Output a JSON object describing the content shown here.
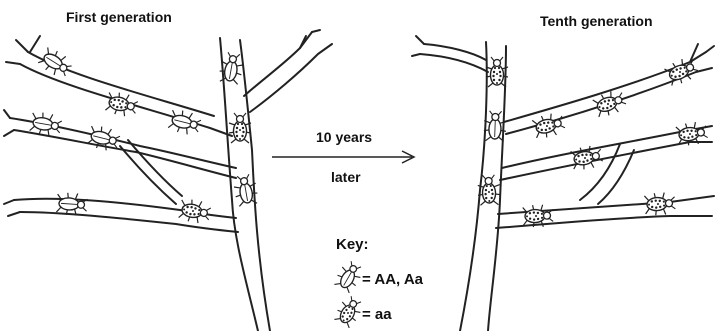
{
  "labels": {
    "first_generation": "First generation",
    "tenth_generation": "Tenth generation",
    "arrow_top": "10 years",
    "arrow_bottom": "later",
    "key_title": "Key:",
    "key_plain": "= AA, Aa",
    "key_spotted": "= aa"
  },
  "colors": {
    "ink": "#222222",
    "paper": "#ffffff"
  },
  "icons": {
    "plain_beetle": "plain-beetle-icon",
    "spotted_beetle": "spotted-beetle-icon",
    "arrow": "right-arrow-icon"
  }
}
